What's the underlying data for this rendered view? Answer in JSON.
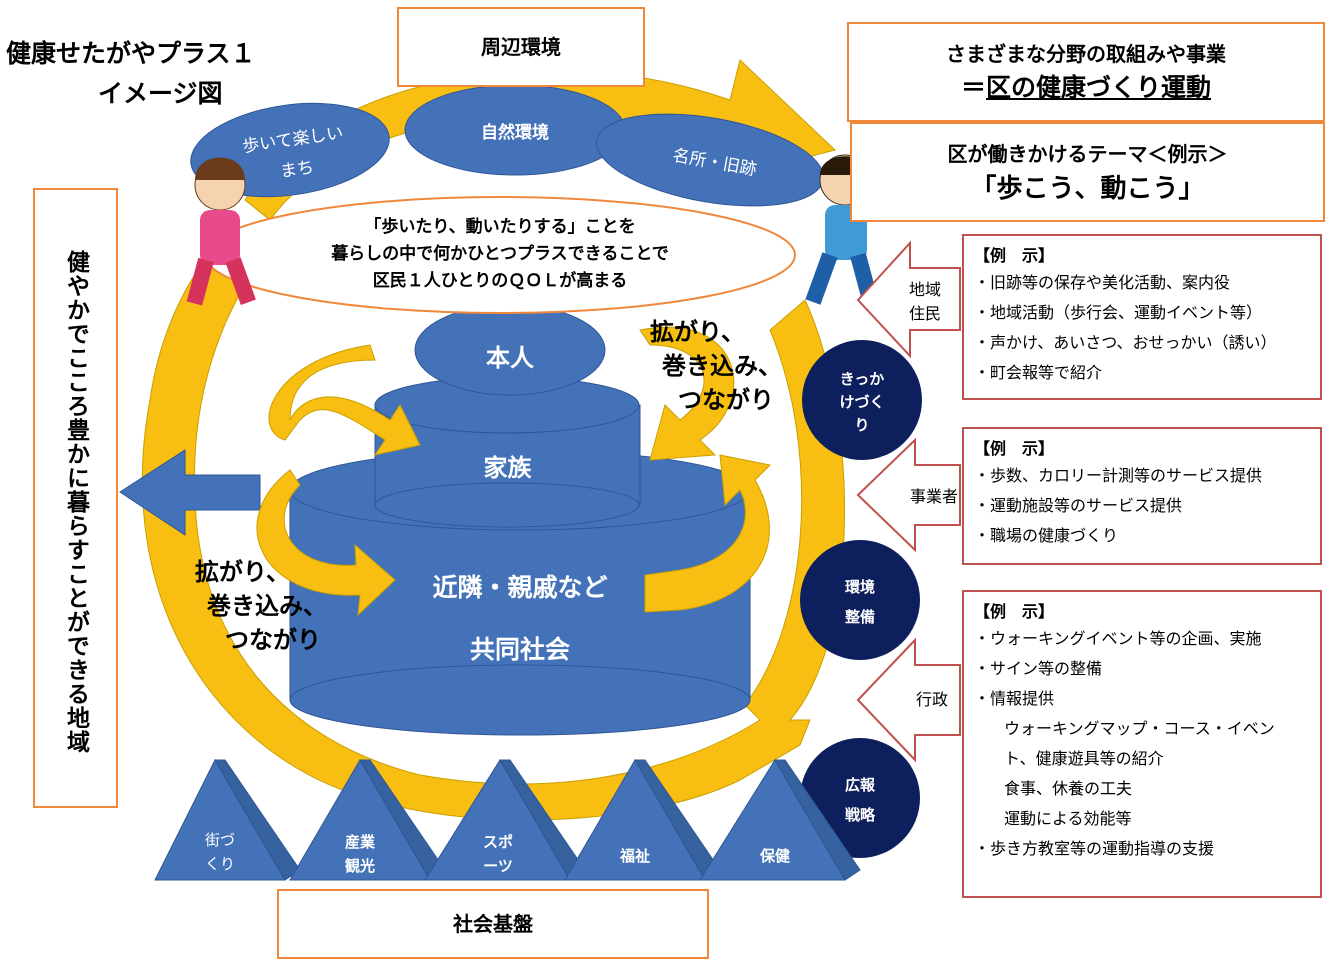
{
  "title": {
    "line1": "健康せたがやプラス１",
    "line2": "イメージ図"
  },
  "top_box": "周辺環境",
  "environment_ovals": [
    "歩いて楽しい",
    "まち",
    "自然環境",
    "名所・旧跡"
  ],
  "center_statement": [
    "「歩いたり、動いたりする」ことを",
    "暮らしの中で何かひとつプラスできることで",
    "区民１人ひとりのＱＯＬが高まる"
  ],
  "tiers": {
    "top": "本人",
    "middle": "家族",
    "bottom1": "近隣・親戚など",
    "bottom2": "共同社会"
  },
  "spread_text": [
    "拡がり、",
    "巻き込み、",
    "つながり"
  ],
  "left_box": "健やかでこころ豊かに暮らすことができる地域",
  "header_right": {
    "line1": "さまざまな分野の取組みや事業",
    "line2_prefix": "＝",
    "line2": "区の健康づくり運動"
  },
  "theme": {
    "line1": "区が働きかけるテーマ＜例示＞",
    "line2": "「歩こう、動こう」"
  },
  "circles": [
    "きっか",
    "けづく",
    "り",
    "環境",
    "整備",
    "広報",
    "戦略"
  ],
  "actors": [
    "地域",
    "住民",
    "事業者",
    "行政"
  ],
  "examples": {
    "heading": "【例　示】",
    "community": [
      "・旧跡等の保存や美化活動、案内役",
      "・地域活動（歩行会、運動イベント等）",
      "・声かけ、あいさつ、おせっかい（誘い）",
      "・町会報等で紹介"
    ],
    "business": [
      "・歩数、カロリー計測等のサービス提供",
      "・運動施設等のサービス提供",
      "・職場の健康づくり"
    ],
    "government": [
      "・ウォーキングイベント等の企画、実施",
      "・サイン等の整備",
      "・情報提供",
      "ウォーキングマップ・コース・イベン",
      "ト、健康遊具等の紹介",
      "食事、休養の工夫",
      "運動による効能等",
      "・歩き方教室等の運動指導の支援"
    ]
  },
  "pyramids": [
    "街づ",
    "くり",
    "産業",
    "観光",
    "スポ",
    "ーツ",
    "福祉",
    "保健"
  ],
  "bottom_box": "社会基盤",
  "colors": {
    "blue": "#4472b8",
    "navy": "#0d1f5c",
    "gold": "#f8be12",
    "darkgold": "#c9a000",
    "orange": "#f0883c",
    "red": "#c0504d"
  }
}
